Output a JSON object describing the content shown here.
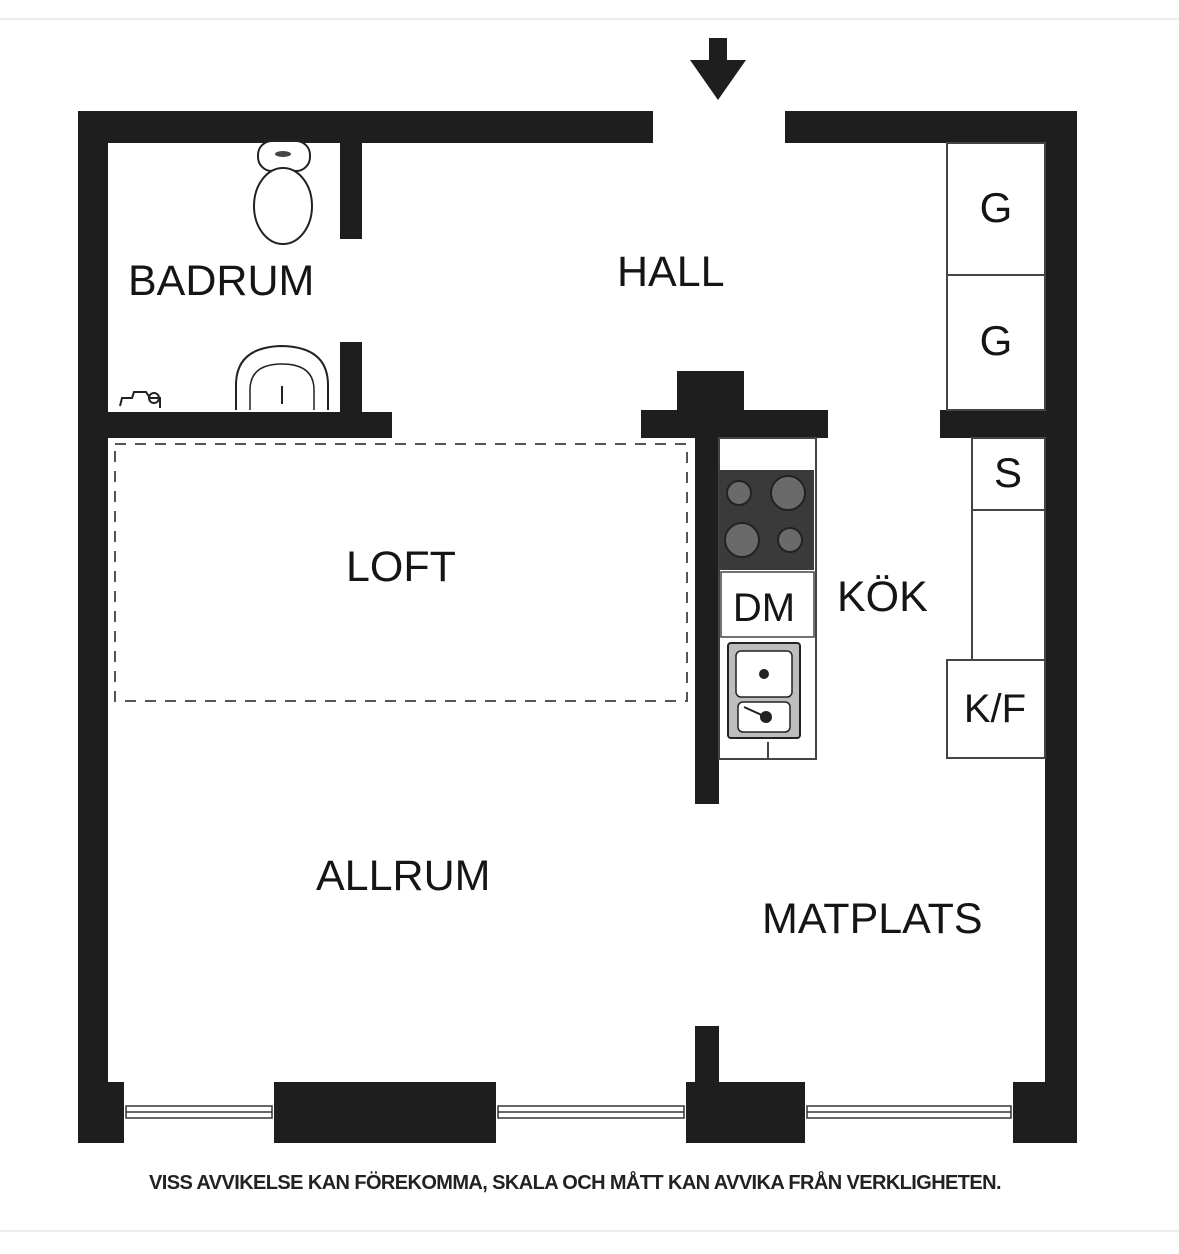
{
  "entrance_icon": "arrow-down-icon",
  "rooms": {
    "badrum": "BADRUM",
    "hall": "HALL",
    "loft": "LOFT",
    "kok": "KÖK",
    "allrum": "ALLRUM",
    "matplats": "MATPLATS"
  },
  "fixtures": {
    "wardrobe_1": "G",
    "wardrobe_2": "G",
    "cabinet": "S",
    "dishwasher": "DM",
    "fridge_freezer": "K/F"
  },
  "disclaimer": "VISS AVVIKELSE KAN FÖREKOMMA, SKALA OCH MÅTT KAN AVVIKA FRÅN VERKLIGHETEN.",
  "colors": {
    "wall": "#1e1e1e",
    "line": "#555555",
    "background": "#ffffff"
  }
}
